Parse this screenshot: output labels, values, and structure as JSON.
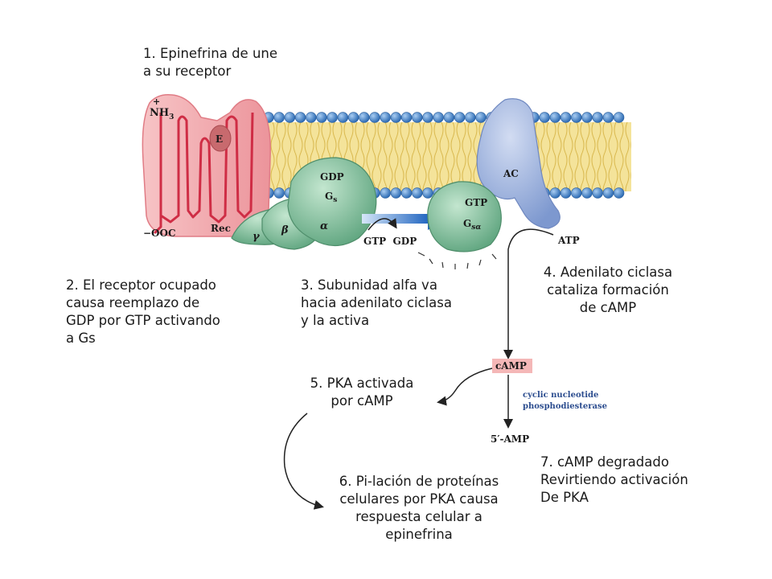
{
  "captions": {
    "step1": "1.    Epinefrina de une\n a su receptor",
    "step2": "2. El receptor ocupado\ncausa reemplazo de\nGDP por GTP activando\na Gs",
    "step3": "3. Subunidad alfa va\nhacia adenilato ciclasa\ny la activa",
    "step4": "4. Adenilato ciclasa\ncataliza formación\nde cAMP",
    "step5": "5. PKA activada\npor cAMP",
    "step6": "6. Pi-lación de proteínas\ncelulares por PKA causa\nrespuesta celular a\nepinefrina",
    "step7": "7. cAMP degradado\nRevirtiendo activación\nDe PKA"
  },
  "labels": {
    "plus": "+",
    "nh3": "NH",
    "nh3_sub": "3",
    "epinephrine": "E",
    "rec": "Rec",
    "minus_ooc": "−OOC",
    "gdp": "GDP",
    "gs": "G",
    "gs_sub": "s",
    "alpha": "α",
    "beta": "β",
    "gamma": "γ",
    "gtp_gdp": "GTP  GDP",
    "gtp": "GTP",
    "gsa": "G",
    "gsa_sub": "sα",
    "ac": "AC",
    "atp": "ATP",
    "camp": "cAMP",
    "enzyme_line1": "cyclic nucleotide",
    "enzyme_line2": "phosphodiesterase",
    "five_amp": "5′-AMP"
  },
  "colors": {
    "lipid_head": "#3d7fc4",
    "lipid_tail": "#f1dc86",
    "receptor_fill": "#f2a9ae",
    "receptor_line": "#cf2d45",
    "gprotein": "#86c2a0",
    "adenylate_cyclase": "#9fb7e0",
    "arrow_blue": "#2f73c9",
    "camp_box": "#f4b7b7",
    "enzyme_text": "#2c4d8f"
  }
}
